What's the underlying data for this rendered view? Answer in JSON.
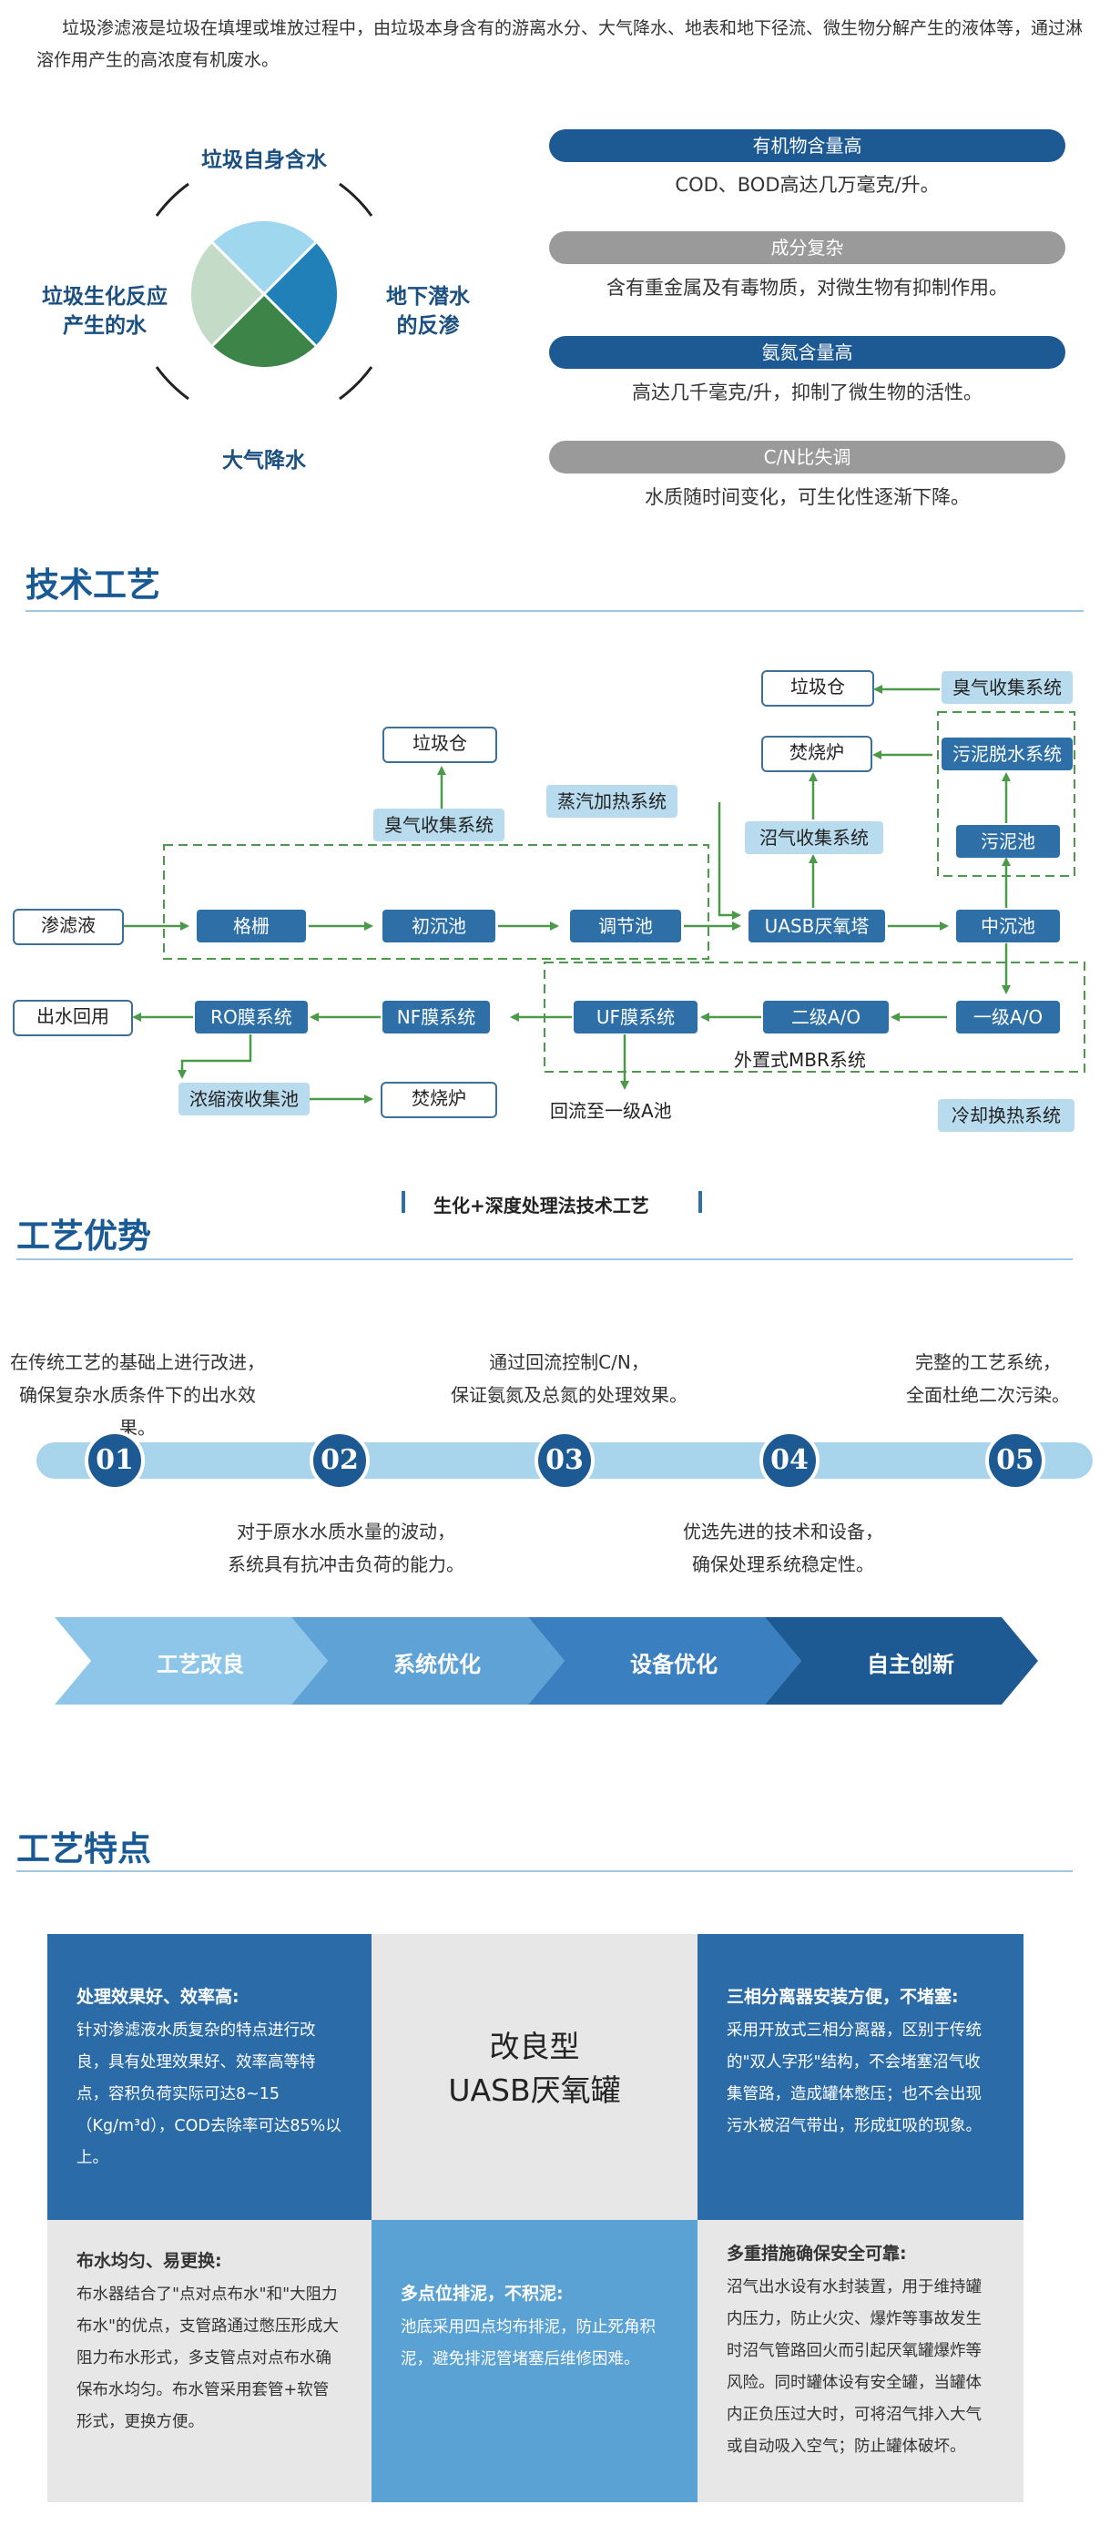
{
  "intro": "垃圾渗滤液是垃圾在填埋或堆放过程中，由垃圾本身含有的游离水分、大气降水、地表和地下径流、微生物分解产生的液体等，通过淋溶作用产生的高浓度有机废水。",
  "sources": {
    "top": "垃圾自身含水",
    "left_line1": "垃圾生化反应",
    "left_line2": "产生的水",
    "right_line1": "地下潜水",
    "right_line2": "的反渗",
    "bottom": "大气降水"
  },
  "properties": [
    {
      "title": "有机物含量高",
      "desc": "COD、BOD高达几万毫克/升。",
      "color": "#1d5a93"
    },
    {
      "title": "成分复杂",
      "desc": "含有重金属及有毒物质，对微生物有抑制作用。",
      "color": "#9a9a9a"
    },
    {
      "title": "氨氮含量高",
      "desc": "高达几千毫克/升，抑制了微生物的活性。",
      "color": "#1d5a93"
    },
    {
      "title": "C/N比失调",
      "desc": "水质随时间变化，可生化性逐渐下降。",
      "color": "#9a9a9a"
    }
  ],
  "sections": {
    "tech": "技术工艺",
    "advantage": "工艺优势",
    "features": "工艺特点"
  },
  "flow": {
    "shenlvye": "渗滤液",
    "gezha": "格栅",
    "chuchi": "初沉池",
    "tiaojie": "调节池",
    "uasb": "UASB厌氧塔",
    "zhongchen": "中沉池",
    "yiji_ao": "一级A/O",
    "erji_ao": "二级A/O",
    "uf": "UF膜系统",
    "nf": "NF膜系统",
    "ro": "RO膜系统",
    "chushui": "出水回用",
    "nongsuo": "浓缩液收集池",
    "fenshao1": "焚烧炉",
    "laji1": "垃圾仓",
    "chouqi1": "臭气收集系统",
    "zhengqi": "蒸汽加热系统",
    "zhaoqi": "沼气收集系统",
    "fenshao2": "焚烧炉",
    "laji2": "垃圾仓",
    "chouqi2": "臭气收集系统",
    "wunituoshui": "污泥脱水系统",
    "wunichi": "污泥池",
    "mbr": "外置式MBR系统",
    "huiliu": "回流至一级A池",
    "lengque": "冷却换热系统",
    "caption": "生化+深度处理法技术工艺"
  },
  "advantages": {
    "numbers": [
      "01",
      "02",
      "03",
      "04",
      "05"
    ],
    "t1_line1": "在传统工艺的基础上进行改进，",
    "t1_line2": "确保复杂水质条件下的出水效果。",
    "t2_line1": "对于原水水质水量的波动，",
    "t2_line2": "系统具有抗冲击负荷的能力。",
    "t3_line1": "通过回流控制C/N，",
    "t3_line2": "保证氨氮及总氮的处理效果。",
    "t4_line1": "优选先进的技术和设备，",
    "t4_line2": "确保处理系统稳定性。",
    "t5_line1": "完整的工艺系统，",
    "t5_line2": "全面杜绝二次污染。"
  },
  "arrows": [
    {
      "label": "工艺改良",
      "color": "#8ec6ea"
    },
    {
      "label": "系统优化",
      "color": "#5fa3d6"
    },
    {
      "label": "设备优化",
      "color": "#3a7fc0"
    },
    {
      "label": "自主创新",
      "color": "#1d5a93"
    }
  ],
  "features": {
    "center_line1": "改良型",
    "center_line2": "UASB厌氧罐",
    "f1_title": "处理效果好、效率高:",
    "f1_body": "针对渗滤液水质复杂的特点进行改良，具有处理效果好、效率高等特点，容积负荷实际可达8~15（Kg/m³d），COD去除率可达85%以上。",
    "f2_title": "三相分离器安装方便，不堵塞:",
    "f2_body": "采用开放式三相分离器，区别于传统的\"双人字形\"结构，不会堵塞沼气收集管路，造成罐体憋压；也不会出现污水被沼气带出，形成虹吸的现象。",
    "f3_title": "布水均匀、易更换:",
    "f3_body": "布水器结合了\"点对点布水\"和\"大阻力布水\"的优点，支管路通过憋压形成大阻力布水形式，多支管点对点布水确保布水均匀。布水管采用套管+软管形式，更换方便。",
    "f4_title": "多点位排泥，不积泥:",
    "f4_body": "池底采用四点均布排泥，防止死角积泥，避免排泥管堵塞后维修困难。",
    "f5_title": "多重措施确保安全可靠:",
    "f5_body": "沼气出水设有水封装置，用于维持罐内压力，防止火灾、爆炸等事故发生时沼气管路回火而引起厌氧罐爆炸等风险。同时罐体设有安全罐，当罐体内正负压过大时，可将沼气排入大气或自动吸入空气；防止罐体破坏。"
  }
}
